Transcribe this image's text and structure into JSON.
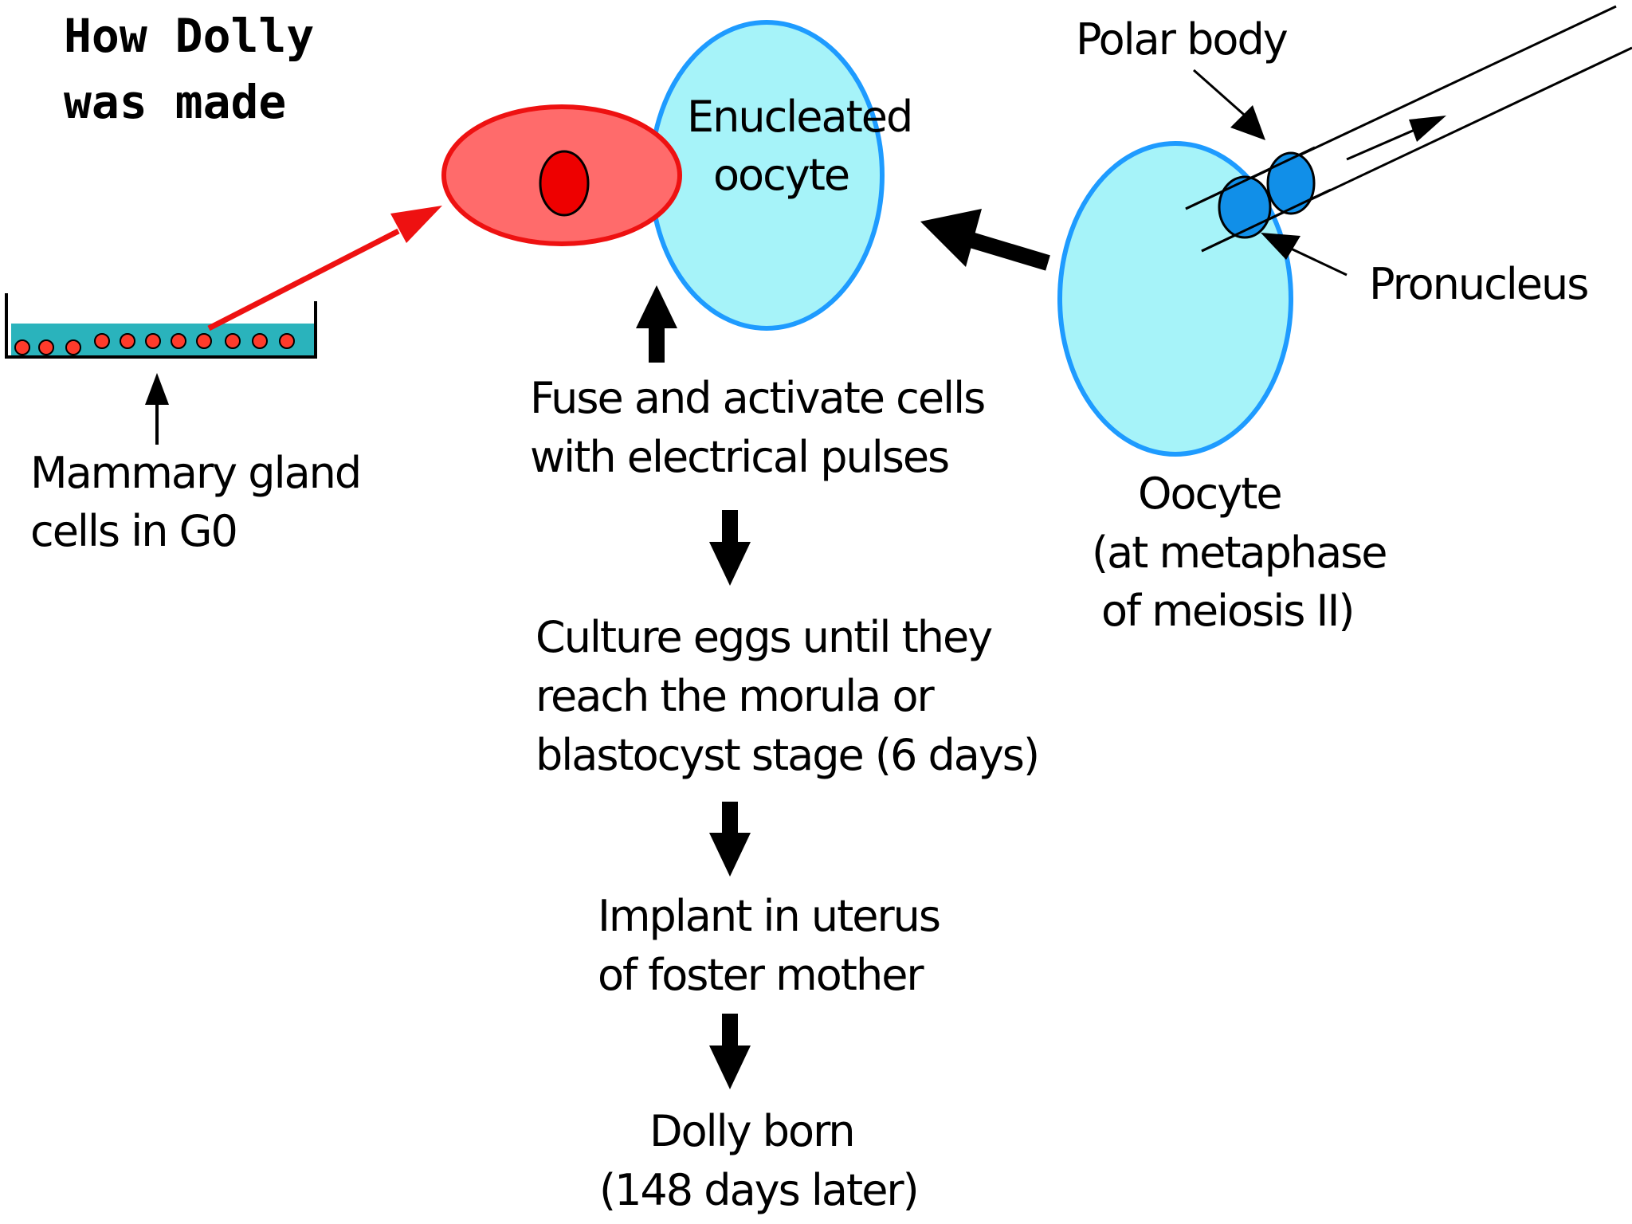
{
  "title": {
    "line1": "How Dolly",
    "line2": "was made"
  },
  "labels": {
    "enucleated": [
      "Enucleated",
      "oocyte"
    ],
    "polar_body": "Polar body",
    "pronucleus": "Pronucleus",
    "mammary": [
      "Mammary gland",
      "cells in G0"
    ],
    "fuse": [
      "Fuse and activate cells",
      "with electrical pulses"
    ],
    "oocyte": [
      "Oocyte",
      "(at metaphase",
      "of meiosis II)"
    ],
    "culture": [
      "Culture eggs until they",
      "reach the morula or",
      "blastocyst stage (6 days)"
    ],
    "implant": [
      "Implant in uterus",
      "of foster mother"
    ],
    "dolly": [
      "Dolly born",
      "(148 days later)"
    ]
  },
  "colors": {
    "donor_cell": "#ff6b6b",
    "donor_outline": "#ee1111",
    "nucleus": "#ee0000",
    "oocyte_fill": "#a6f3f9",
    "oocyte_outline": "#1e9bff",
    "pronucleus_fill": "#118fe8",
    "dish_fill": "#2ab3bc",
    "dish_cells": "#ff3b2b",
    "red_arrow": "#ee1111"
  },
  "icons": {
    "pipette": "micropipette-icon",
    "dish": "culture-dish-icon"
  }
}
